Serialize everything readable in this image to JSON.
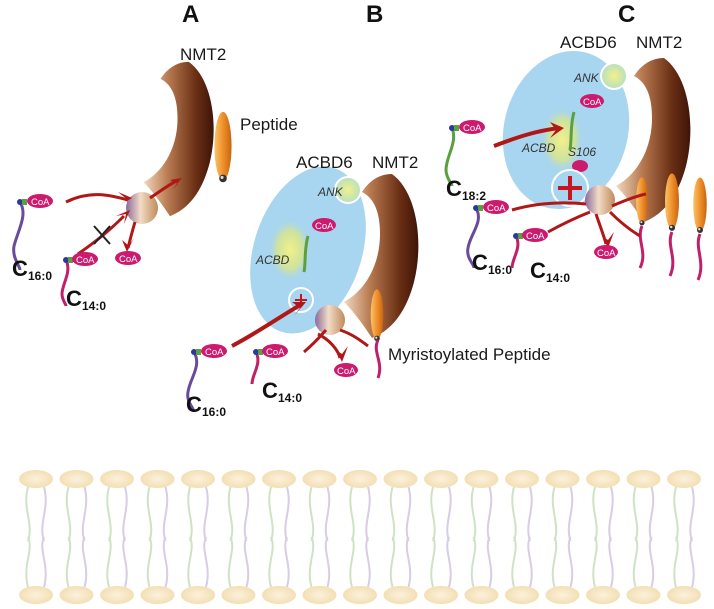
{
  "panels": {
    "a": {
      "label": "A",
      "enzyme": "NMT2",
      "peptide": "Peptide",
      "substrates": [
        "C16:0",
        "C14:0"
      ]
    },
    "b": {
      "label": "B",
      "partner": "ACBD6",
      "enzyme": "NMT2",
      "ank": "ANK",
      "acbd": "ACBD",
      "product": "Myristoylated Peptide",
      "substrates": [
        "C16:0",
        "C14:0"
      ]
    },
    "c": {
      "label": "C",
      "partner": "ACBD6",
      "enzyme": "NMT2",
      "ank": "ANK",
      "acbd": "ACBD",
      "site": "S106",
      "substrates": [
        "C18:2",
        "C16:0",
        "C14:0"
      ]
    }
  },
  "coa_label": "CoA",
  "carbon": {
    "c": "C",
    "c16": "16:0",
    "c14": "14:0",
    "c18": "18:2"
  },
  "colors": {
    "nmt_dark": "#4a1a0c",
    "nmt_light": "#e8c4a3",
    "acbd6_blue": "#a8d5f0",
    "coa_magenta": "#cc1a6e",
    "peptide_orange": "#f0902a",
    "palmitoyl_purple": "#6a4a9c",
    "myristoyl_pink": "#c0206a",
    "linoleoyl_green": "#5aa040",
    "arrow_red": "#b01818",
    "membrane_head": "#f5e7c8"
  }
}
